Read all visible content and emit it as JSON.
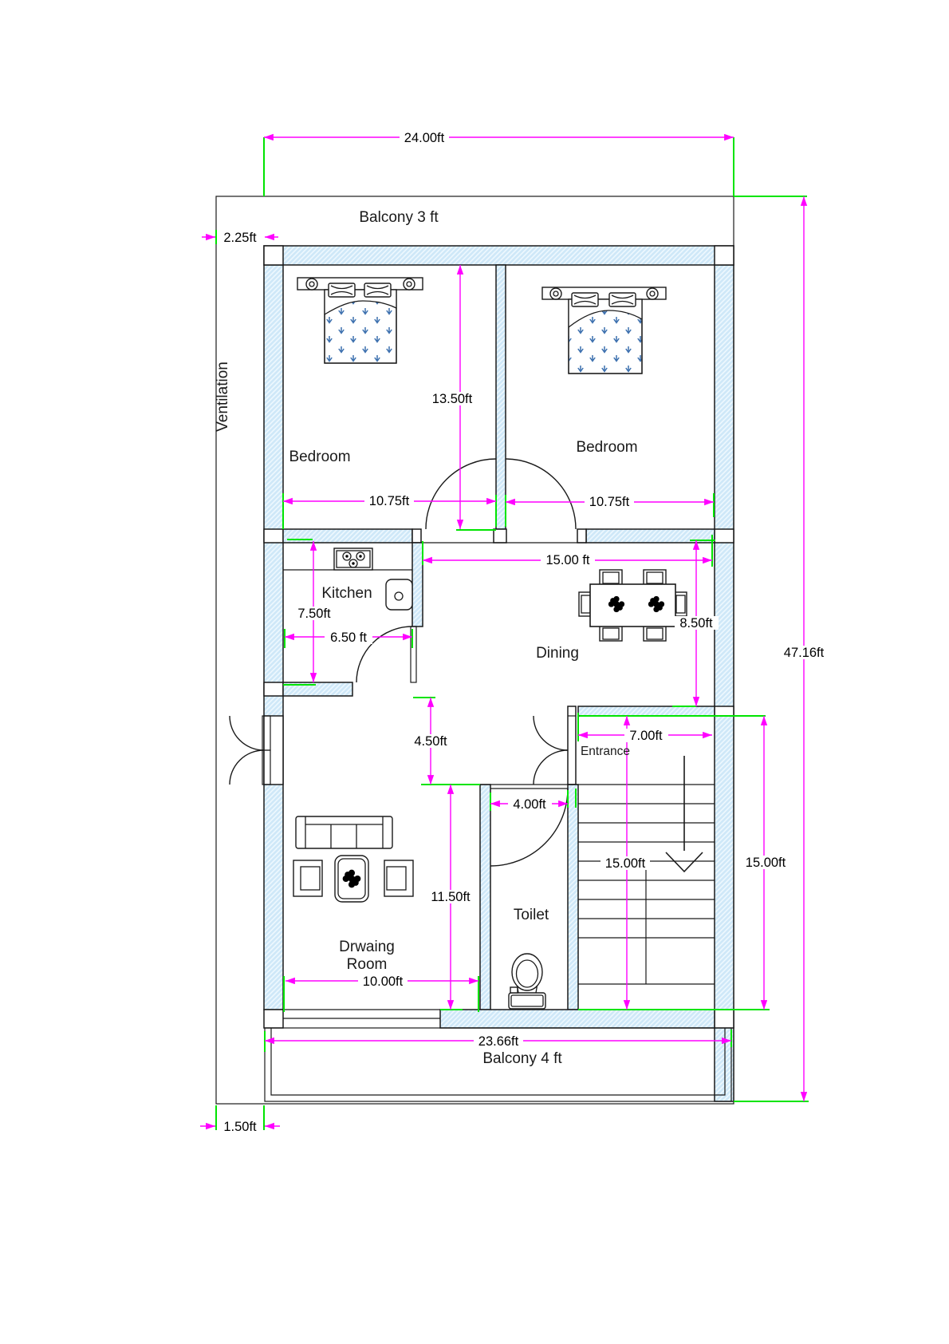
{
  "plan_title": "Residential floor plan 24ft x 47.16ft",
  "colors": {
    "dimension_line": "#FF00FF",
    "extension_line": "#00E400",
    "wall_fill": "#cfe8f8",
    "wall_hatch": "#eef8fe",
    "bed_arrow": "#3b6fae",
    "line": "#1a1a1a"
  },
  "rooms": {
    "balcony_top": "Balcony 3 ft",
    "ventilation": "Ventilation",
    "bedroom_left": "Bedroom",
    "bedroom_right": "Bedroom",
    "kitchen": "Kitchen",
    "dining": "Dining",
    "entrance": "Entrance",
    "toilet": "Toilet",
    "drawing_room_line1": "Drwaing",
    "drawing_room_line2": "Room",
    "balcony_bottom": "Balcony 4 ft"
  },
  "dims": [
    {
      "id": "overall-width",
      "label": "24.00ft"
    },
    {
      "id": "side-setback",
      "label": "2.25ft"
    },
    {
      "id": "bedroom-height",
      "label": "13.50ft"
    },
    {
      "id": "bedroom-left-width",
      "label": "10.75ft"
    },
    {
      "id": "bedroom-right-width",
      "label": "10.75ft"
    },
    {
      "id": "dining-width",
      "label": "15.00 ft"
    },
    {
      "id": "kitchen-height",
      "label": "7.50ft"
    },
    {
      "id": "kitchen-width",
      "label": "6.50 ft"
    },
    {
      "id": "dining-height",
      "label": "8.50ft"
    },
    {
      "id": "passage-height",
      "label": "4.50ft"
    },
    {
      "id": "entrance-width",
      "label": "7.00ft"
    },
    {
      "id": "toilet-width",
      "label": "4.00ft"
    },
    {
      "id": "drawing-room-height",
      "label": "11.50ft"
    },
    {
      "id": "stair-height",
      "label": "15.00ft"
    },
    {
      "id": "right-side-height",
      "label": "15.00ft"
    },
    {
      "id": "drawing-room-width",
      "label": "10.00ft"
    },
    {
      "id": "balcony-bottom-width",
      "label": "23.66ft"
    },
    {
      "id": "front-setback",
      "label": "1.50ft"
    },
    {
      "id": "overall-height",
      "label": "47.16ft"
    }
  ]
}
